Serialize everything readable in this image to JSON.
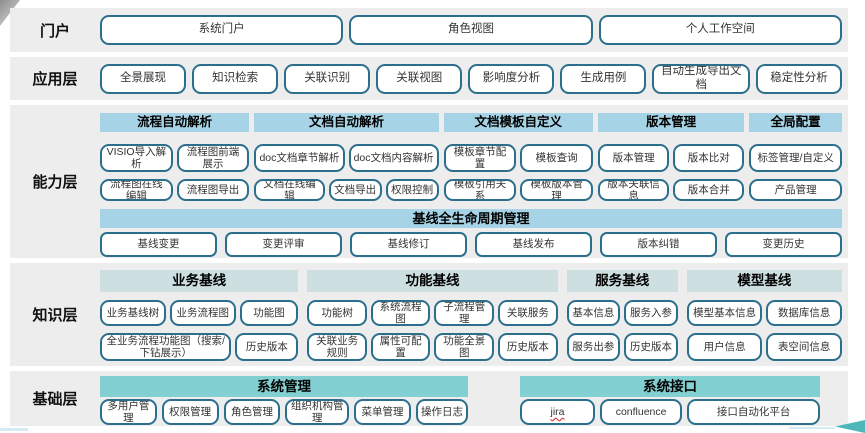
{
  "accent": {
    "hdrBlue": "#a6d4e6",
    "hdrTeal": "#82d0d2",
    "hdrGray": "#cddfe0",
    "boxBorder": "#2b6f8c",
    "rowBg": "#ededed",
    "arrowTeal": "#4db7ba",
    "lineBlue": "#d5eaf2"
  },
  "portal": {
    "label": "门户",
    "items": [
      "系统门户",
      "角色视图",
      "个人工作空间"
    ]
  },
  "application": {
    "label": "应用层",
    "items": [
      "全景展现",
      "知识检索",
      "关联识别",
      "关联视图",
      "影响度分析",
      "生成用例",
      "自动生成导出文档",
      "稳定性分析"
    ]
  },
  "capability": {
    "label": "能力层",
    "groups": [
      {
        "title": "流程自动解析",
        "rows": [
          [
            "VISIO导入解析",
            "流程图前端展示"
          ],
          [
            "流程图在线编辑",
            "流程图导出"
          ]
        ]
      },
      {
        "title": "文档自动解析",
        "rows": [
          [
            "doc文档章节解析",
            "doc文档内容解析"
          ],
          [
            "文档在线编辑",
            "文档导出",
            "权限控制"
          ]
        ]
      },
      {
        "title": "文档模板自定义",
        "rows": [
          [
            "模板章节配置",
            "模板查询"
          ],
          [
            "模板引用关系",
            "模板版本管理"
          ]
        ]
      },
      {
        "title": "版本管理",
        "rows": [
          [
            "版本管理",
            "版本比对"
          ],
          [
            "版本关联信息",
            "版本合并"
          ]
        ]
      },
      {
        "title": "全局配置",
        "rows": [
          [
            "标签管理/自定义"
          ],
          [
            "产品管理"
          ]
        ]
      }
    ],
    "baseline": {
      "title": "基线全生命周期管理",
      "items": [
        "基线变更",
        "变更评审",
        "基线修订",
        "基线发布",
        "版本纠错",
        "变更历史"
      ]
    }
  },
  "knowledge": {
    "label": "知识层",
    "groups": [
      {
        "title": "业务基线",
        "rows": [
          [
            "业务基线树",
            "业务流程图",
            "功能图"
          ],
          [
            "全业务流程功能图（搜索/下钻展示）",
            "历史版本"
          ]
        ]
      },
      {
        "title": "功能基线",
        "rows": [
          [
            "功能树",
            "系统流程图",
            "子流程管理",
            "关联服务"
          ],
          [
            "关联业务规则",
            "属性可配置",
            "功能全景图",
            "历史版本"
          ]
        ]
      },
      {
        "title": "服务基线",
        "rows": [
          [
            "基本信息",
            "服务入参"
          ],
          [
            "服务出参",
            "历史版本"
          ]
        ]
      },
      {
        "title": "模型基线",
        "rows": [
          [
            "模型基本信息",
            "数据库信息"
          ],
          [
            "用户信息",
            "表空间信息"
          ]
        ]
      }
    ]
  },
  "foundation": {
    "label": "基础层",
    "groups": [
      {
        "title": "系统管理",
        "items": [
          "多用户管理",
          "权限管理",
          "角色管理",
          "组织机构管理",
          "菜单管理",
          "操作日志"
        ]
      },
      {
        "title": "系统接口",
        "items": [
          "jira",
          "confluence",
          "接口自动化平台"
        ]
      }
    ]
  }
}
